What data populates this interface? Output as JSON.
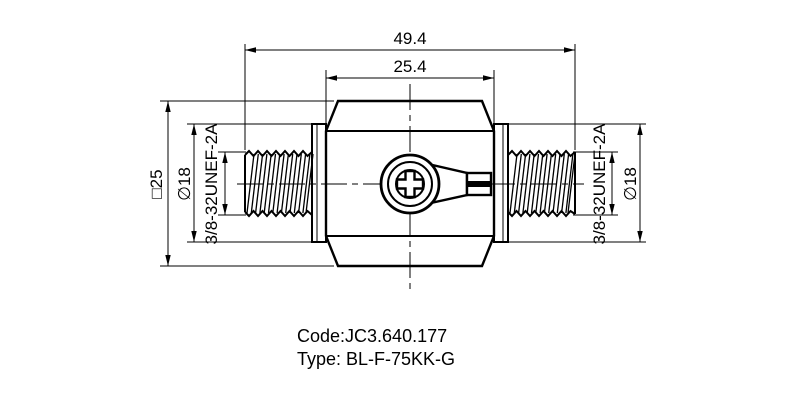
{
  "drawing": {
    "dim_overall": "49.4",
    "dim_body": "25.4",
    "dim_square": "□25",
    "dim_dia_left": "∅18",
    "dim_dia_right": "∅18",
    "thread_left": "3/8-32UNEF-2A",
    "thread_right": "3/8-32UNEF-2A",
    "code_line": "Code:JC3.640.177",
    "type_line": "Type: BL-F-75KK-G",
    "colors": {
      "line": "#000000",
      "background": "#ffffff"
    }
  }
}
